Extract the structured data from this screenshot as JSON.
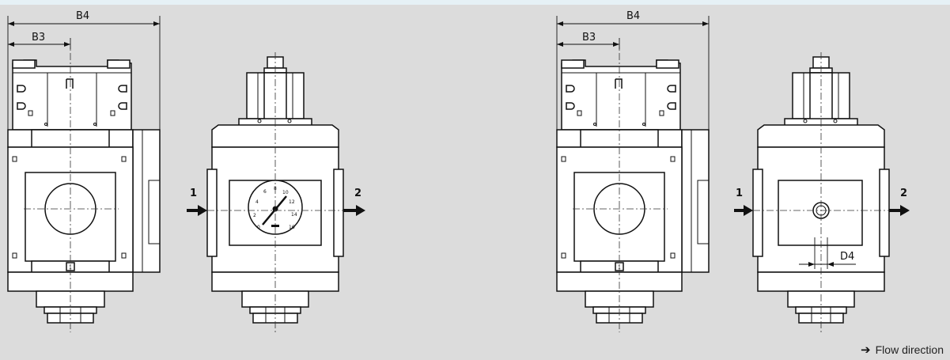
{
  "dimensions": {
    "b4": "B4",
    "b3": "B3",
    "d4": "D4"
  },
  "ports": {
    "inlet": "1",
    "outlet": "2"
  },
  "legend": {
    "icon": "arrow-right-icon",
    "text": "Flow direction"
  },
  "gauge": {
    "ticks": [
      "0",
      "2",
      "4",
      "6",
      "8",
      "10",
      "12",
      "14",
      "16"
    ]
  },
  "body_marks": {
    "port_label": "1"
  }
}
